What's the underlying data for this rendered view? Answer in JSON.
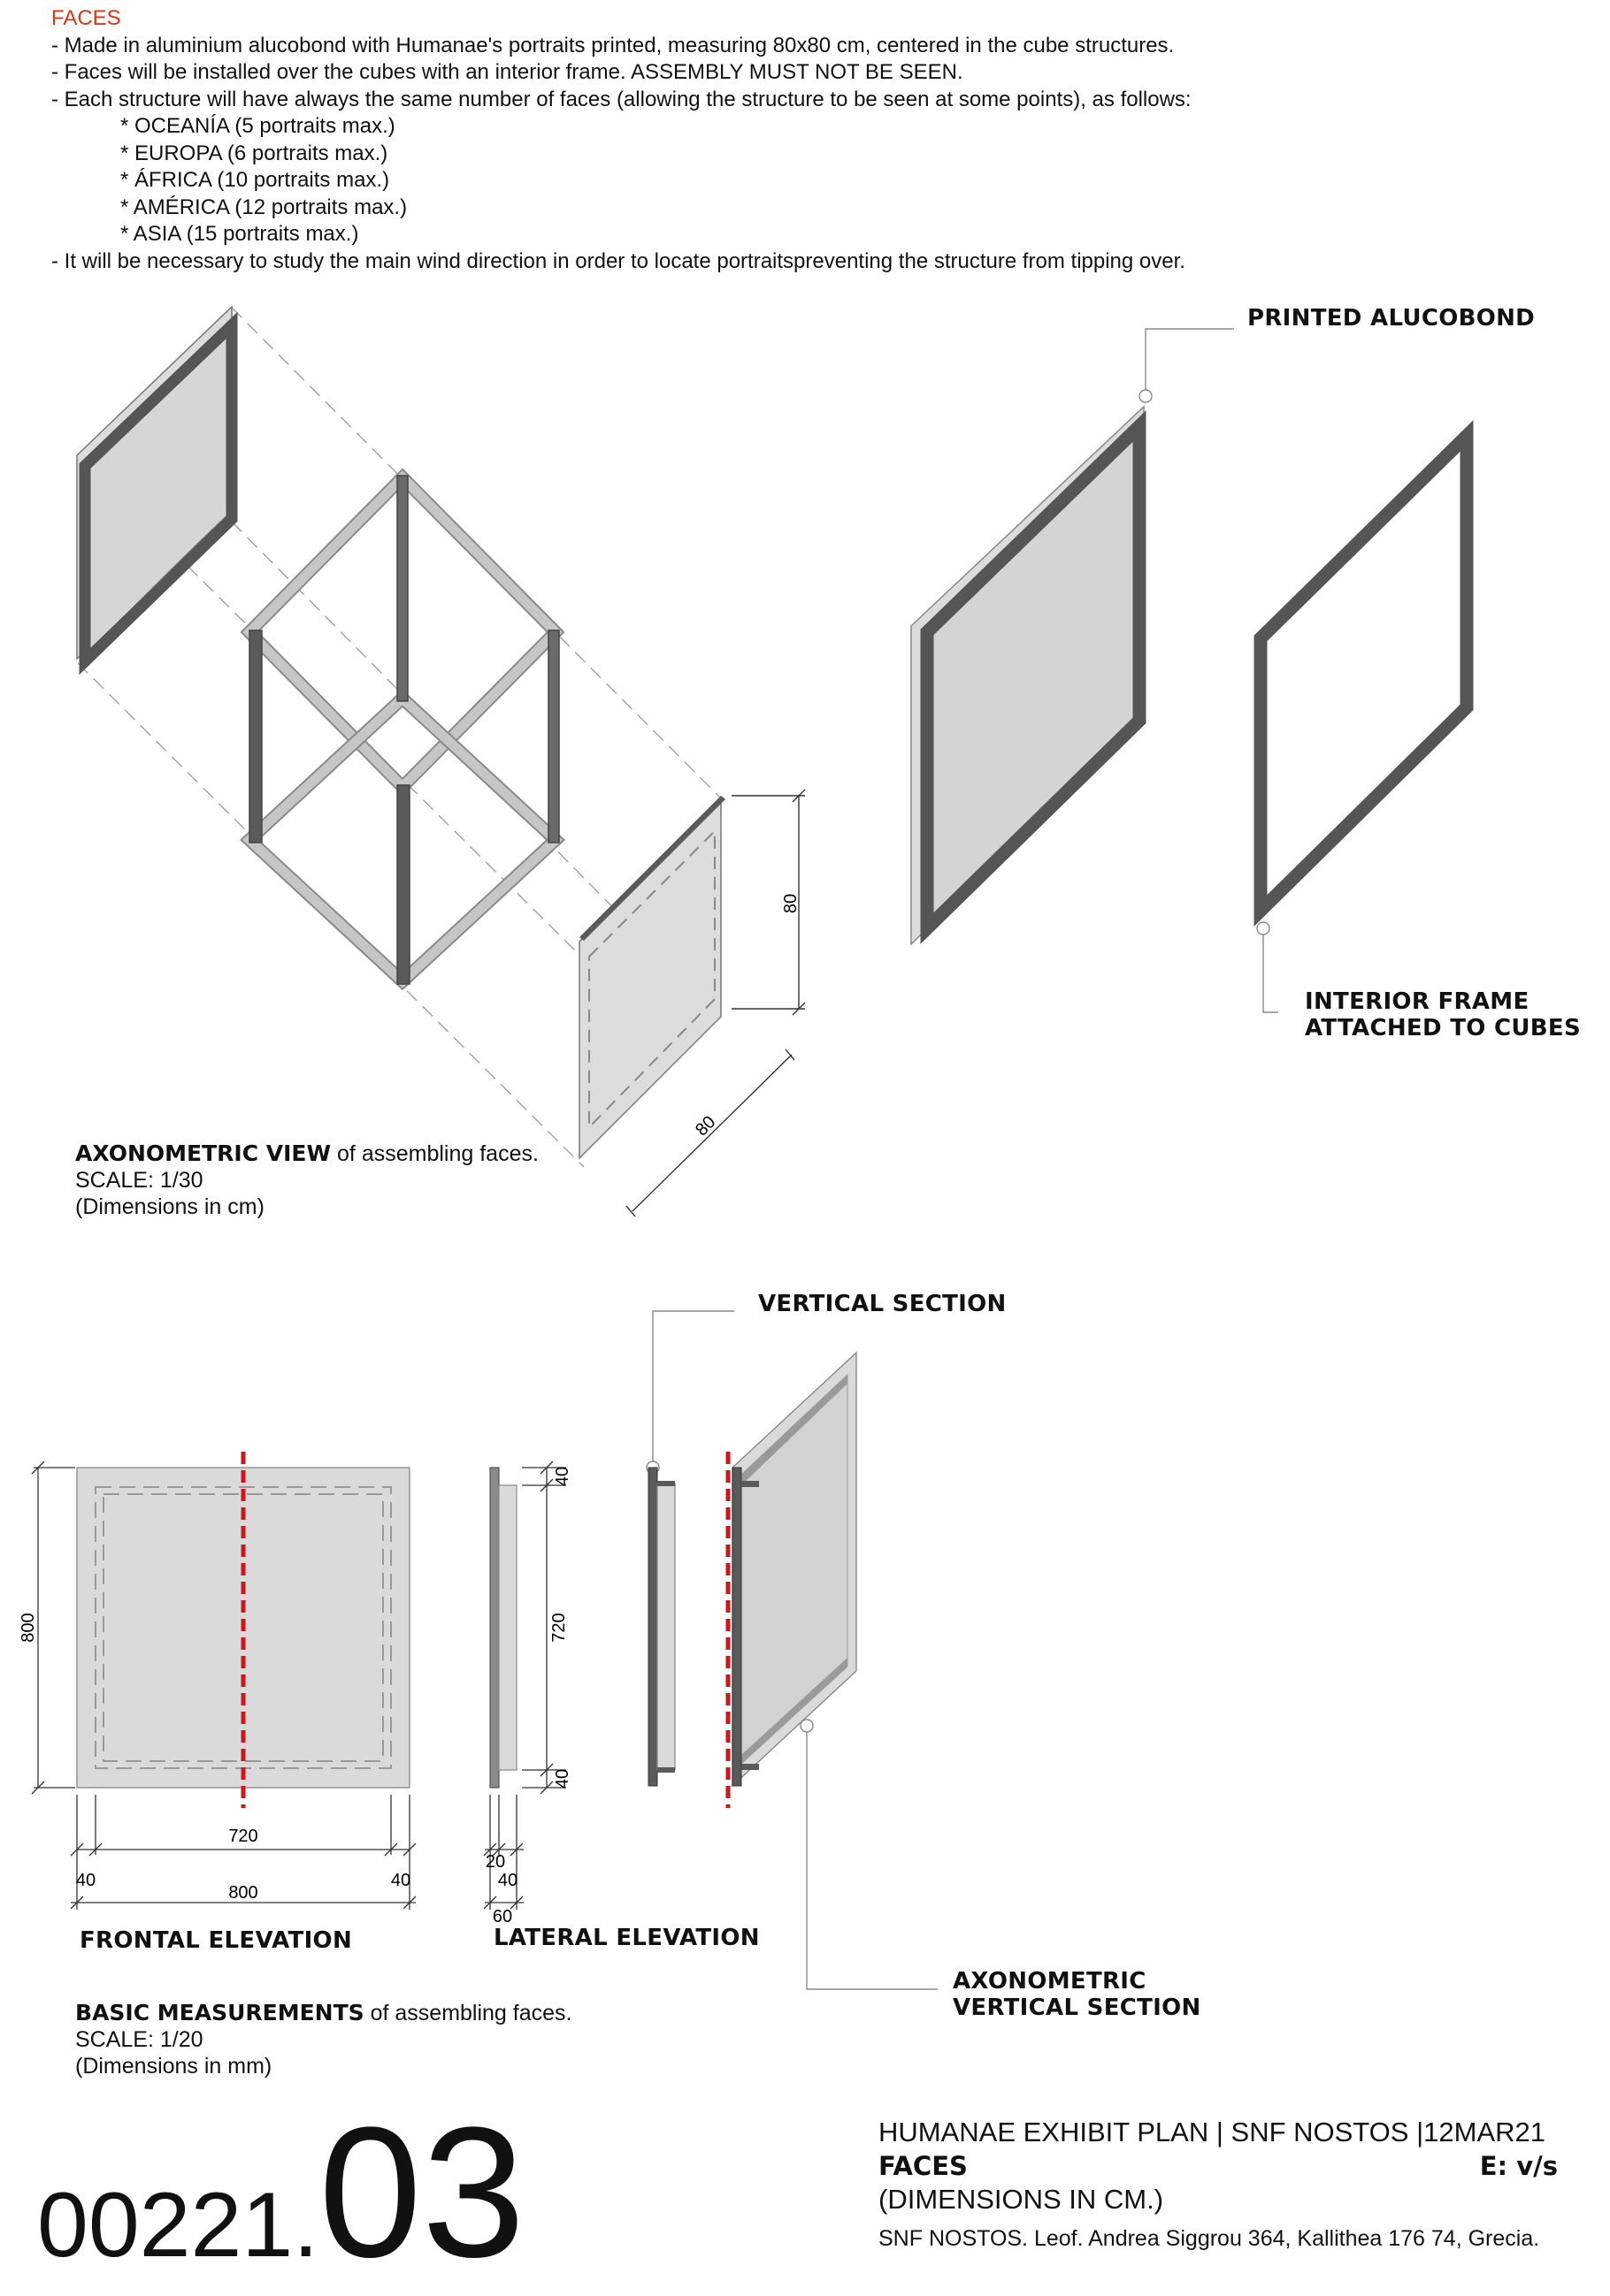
{
  "spec": {
    "heading": "FACES",
    "lines": [
      "- Made in aluminium alucobond with Humanae's portraits printed, measuring 80x80 cm, centered in the cube structures.",
      "- Faces will be installed over the cubes with an interior frame. ASSEMBLY MUST NOT BE SEEN.",
      "- Each structure will have always the same number of faces (allowing the structure to be seen at some points), as follows:"
    ],
    "regions": [
      "* OCEANÍA (5 portraits max.)",
      "* EUROPA (6 portraits max.)",
      "* ÁFRICA (10 portraits max.)",
      "* AMÉRICA (12 portraits max.)",
      "* ASIA (15 portraits max.)"
    ],
    "last_line": "- It will be necessary to study the main wind direction in order to locate portraitspreventing the structure from tipping over."
  },
  "axo": {
    "dim_height": "80",
    "dim_width": "80",
    "caption_bold": "AXONOMETRIC VIEW",
    "caption_rest": " of assembling faces.",
    "scale": "SCALE: 1/30",
    "units": "(Dimensions in cm)"
  },
  "labels": {
    "printed_alucobond": "PRINTED ALUCOBOND",
    "interior_frame_1": "INTERIOR FRAME",
    "interior_frame_2": "ATTACHED TO CUBES",
    "vertical_section": "VERTICAL SECTION",
    "axo_section_1": "AXONOMETRIC",
    "axo_section_2": "VERTICAL SECTION"
  },
  "basic": {
    "frontal_title": "FRONTAL ELEVATION",
    "lateral_title": "LATERAL ELEVATION",
    "frontal_height": "800",
    "frontal_inner": "720",
    "frontal_total": "800",
    "frontal_left": "40",
    "frontal_right": "40",
    "lateral_top": "40",
    "lateral_mid": "720",
    "lateral_bottom": "40",
    "lateral_a": "20",
    "lateral_b": "40",
    "lateral_total": "60",
    "caption_bold": "BASIC MEASUREMENTS",
    "caption_rest": " of assembling faces.",
    "scale": "SCALE: 1/20",
    "units": "(Dimensions in mm)"
  },
  "titleblock": {
    "code_prefix": "00221.",
    "code_number": "03",
    "project": "HUMANAE EXHIBIT PLAN | SNF NOSTOS |12MAR21",
    "sheet": "FACES",
    "scale": "E: v/s",
    "units": "(DIMENSIONS IN CM.)",
    "address": "SNF NOSTOS. Leof. Andrea Siggrou 364, Kallithea 176 74, Grecia."
  },
  "colors": {
    "accent_red": "#d23a1b",
    "frame_dark": "#5a5a5a",
    "panel_fill": "#dadada",
    "cube_bar": "#bdbdbd"
  }
}
